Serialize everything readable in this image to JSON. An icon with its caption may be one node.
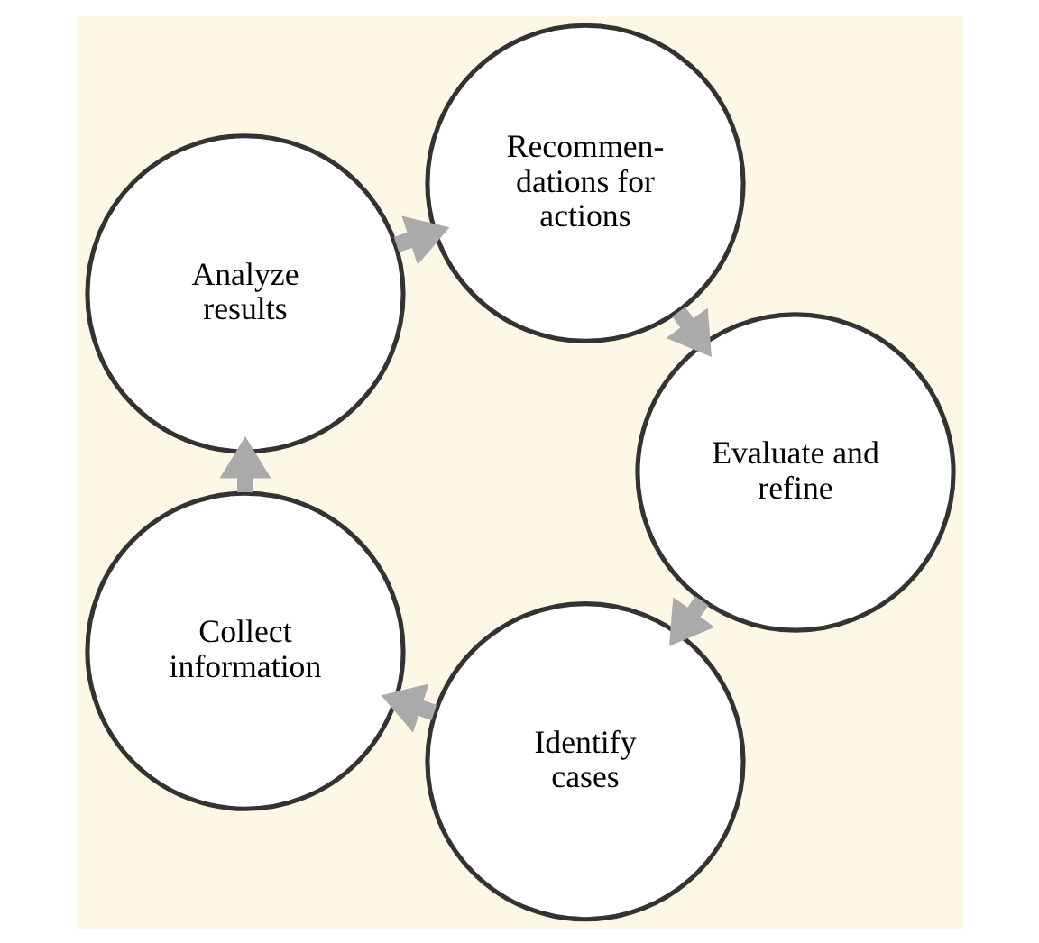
{
  "diagram": {
    "nodes": [
      {
        "text": [
          "Identify cases"
        ]
      },
      {
        "text": [
          "Collect information"
        ]
      },
      {
        "text": [
          "Analyze results"
        ]
      },
      {
        "text": [
          "Recommen- dations for actions"
        ]
      },
      {
        "text": [
          "Evaluate and refine"
        ]
      }
    ],
    "edges": [
      {
        "from": 0,
        "to": 1,
        "arrow": "to"
      },
      {
        "from": 1,
        "to": 2,
        "arrow": "to"
      },
      {
        "from": 2,
        "to": 3,
        "arrow": "to"
      },
      {
        "from": 3,
        "to": 4,
        "arrow": "to"
      },
      {
        "from": 4,
        "to": 0,
        "arrow": "to"
      }
    ]
  }
}
